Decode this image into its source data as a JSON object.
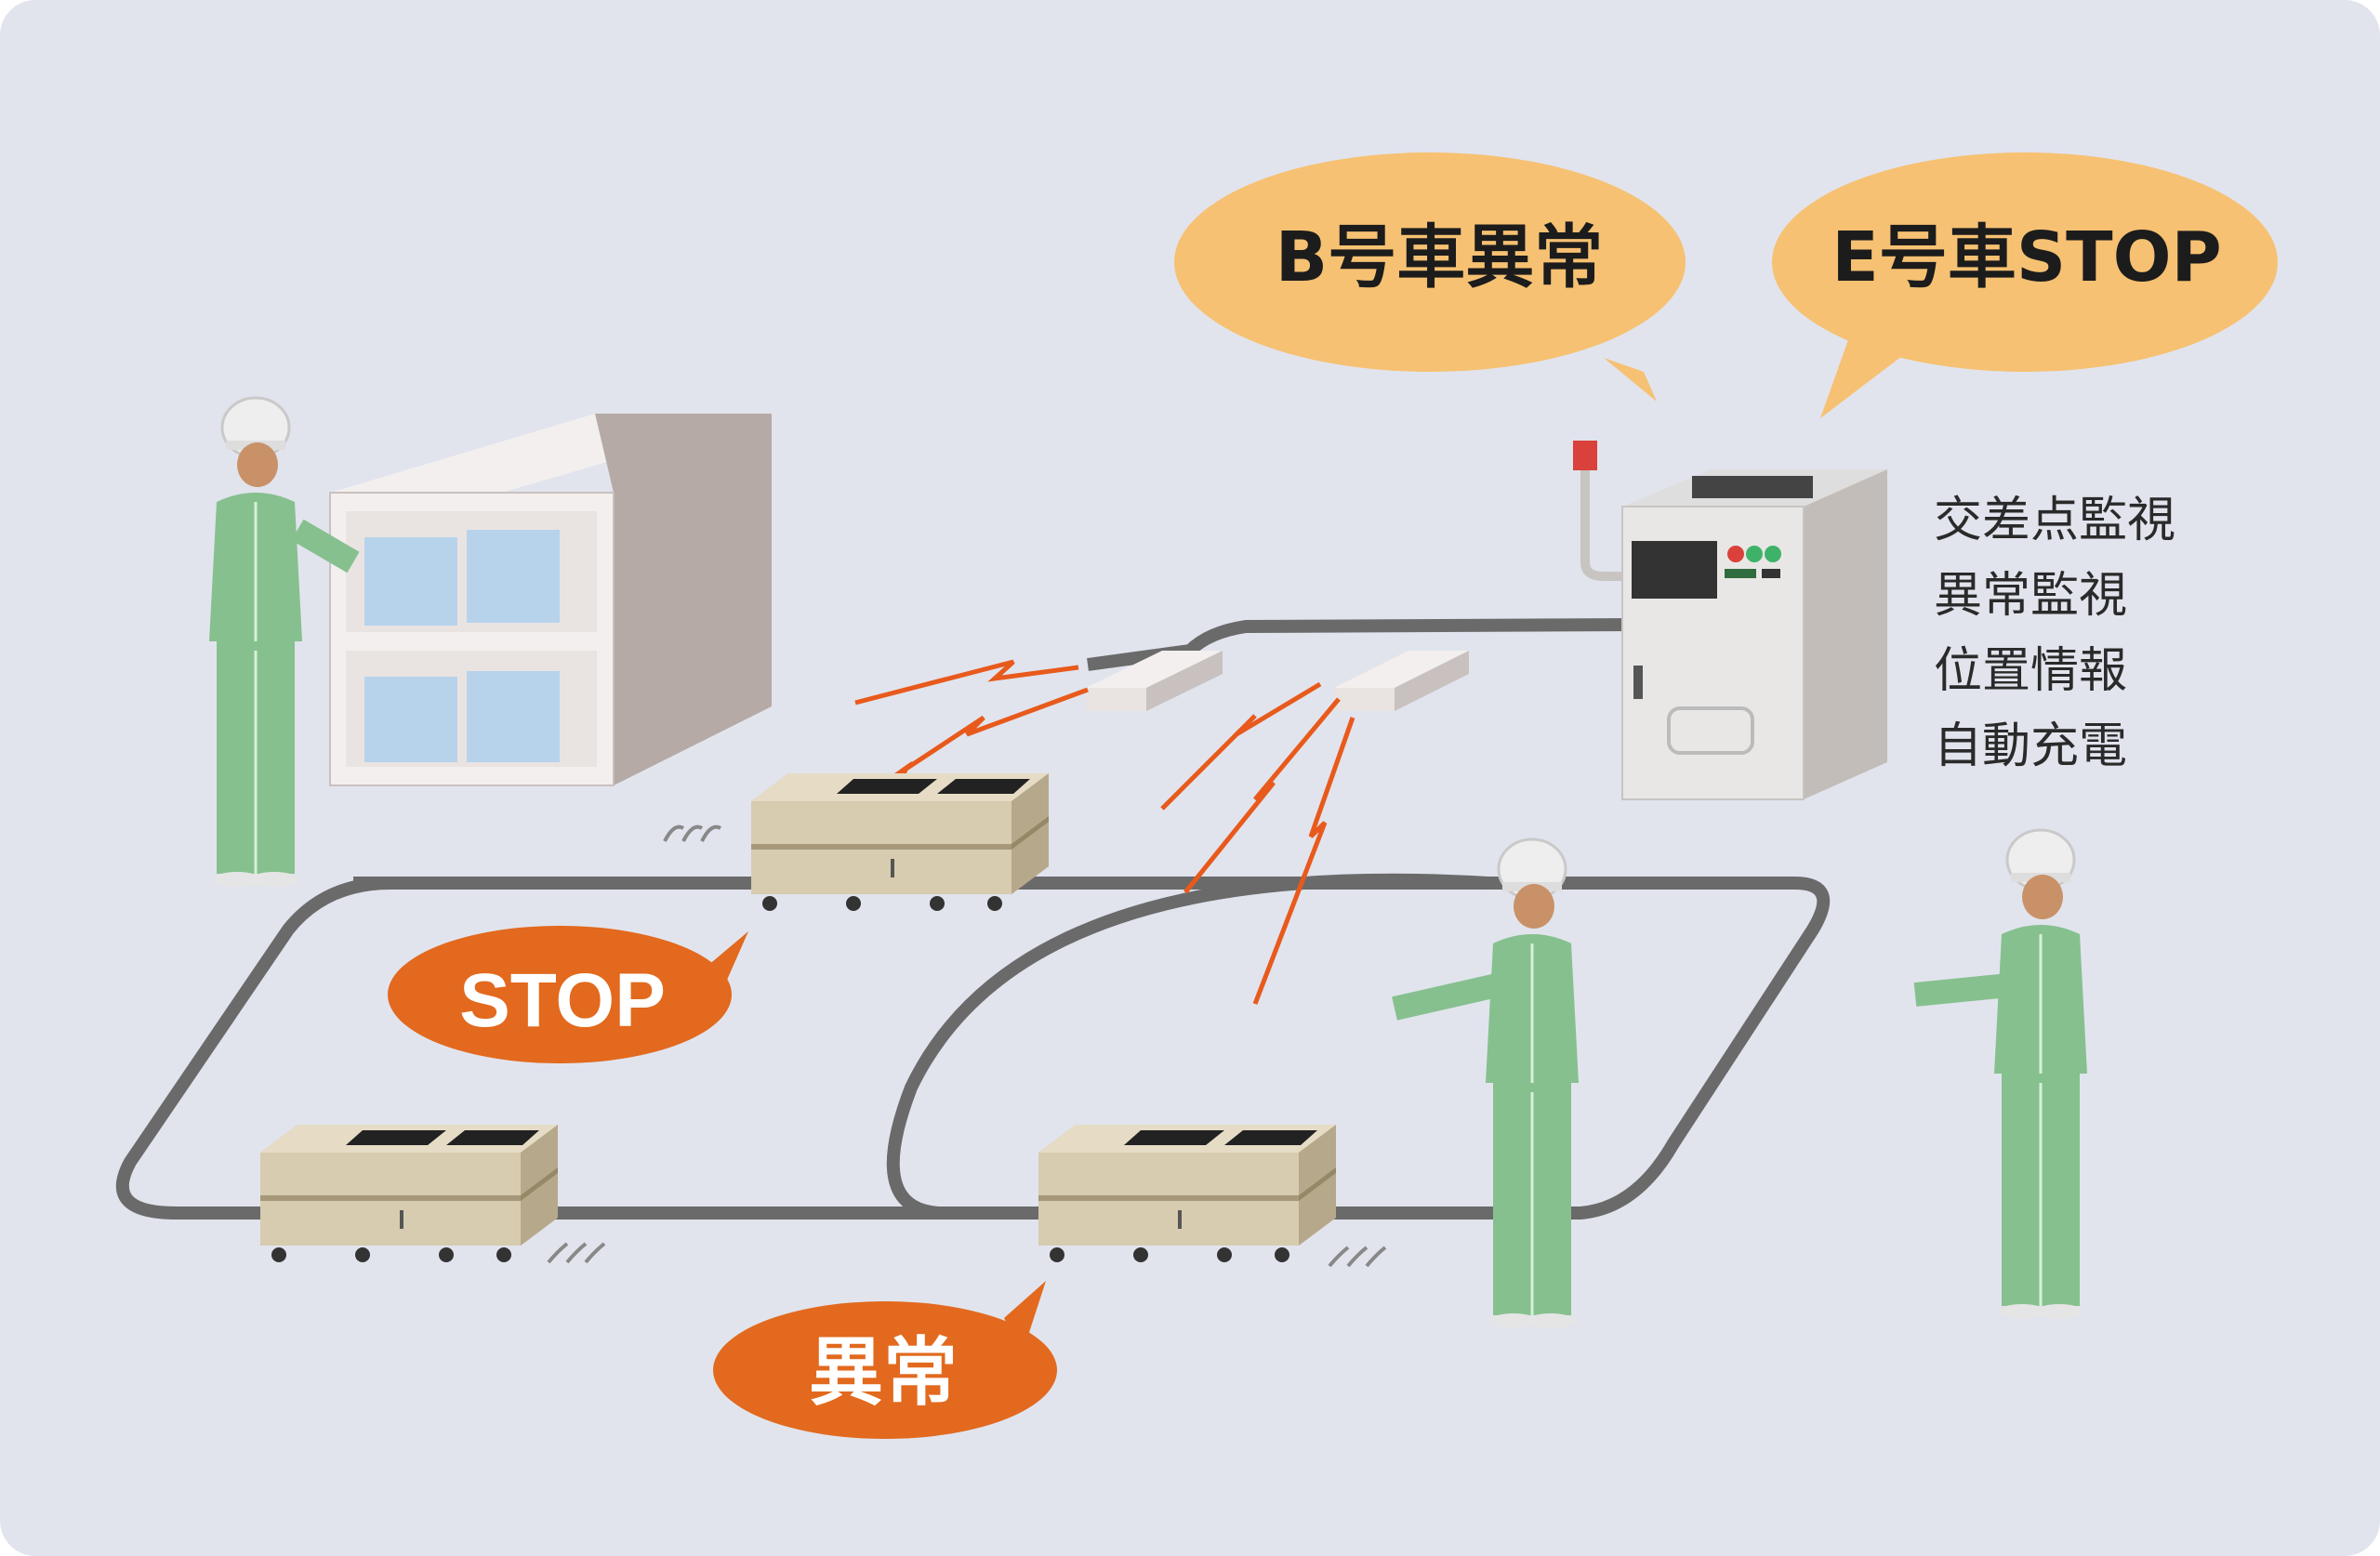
{
  "callouts": {
    "controller_b": "B号車異常",
    "controller_e": "E号車STOP",
    "agv_stop": "STOP",
    "agv_abnormal": "異常"
  },
  "monitor_functions": [
    "交差点監視",
    "異常監視",
    "位置情報",
    "自動充電"
  ],
  "colors": {
    "background": "#e1e4ed",
    "speech_bubble": "#f6c172",
    "alert_bubble": "#e2691e",
    "radio_wave": "#e85a1c",
    "track": "#6b6b6b",
    "worker_uniform": "#86c08f",
    "agv_body": "#d5c8ad"
  }
}
